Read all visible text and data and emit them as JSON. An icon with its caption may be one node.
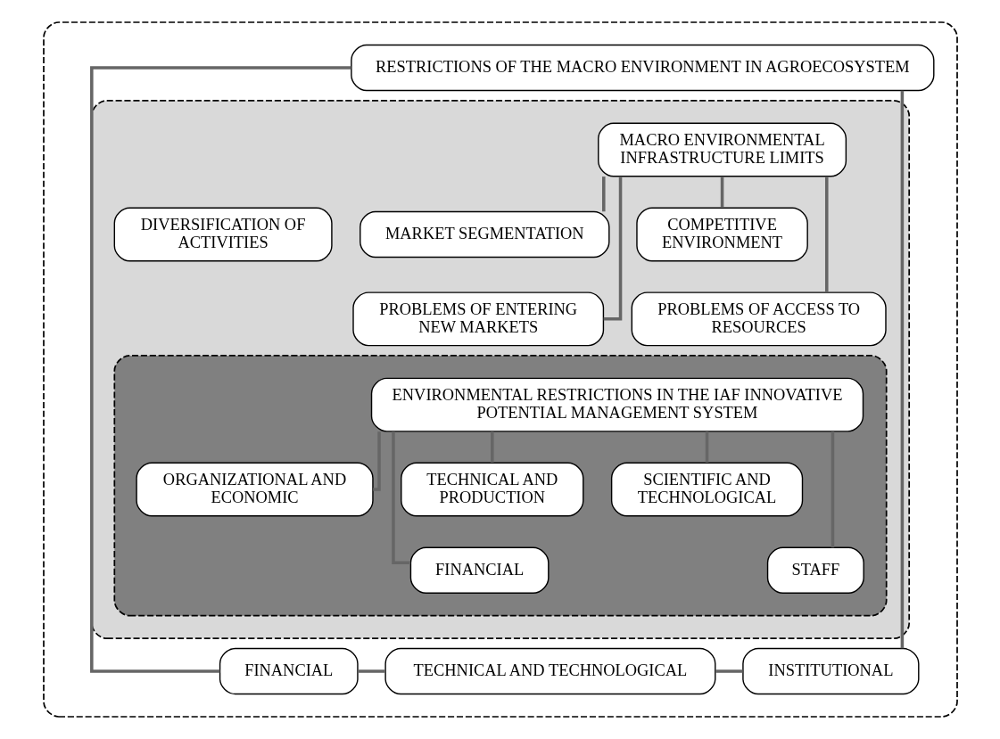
{
  "diagram": {
    "nodes": [
      {
        "text": [],
        "shape": "box"
      },
      {
        "text": [
          "RESTRICTIONS OF THE MACRO ENVIRONMENT IN AGROECOSYSTEM"
        ],
        "in": 0
      },
      {
        "text": [],
        "shape": "box",
        "in": 0
      },
      {
        "text": [
          "MACRO ENVIRONMENTAL INFRASTRUCTURE LIMITS"
        ],
        "in": 2
      },
      {
        "text": [
          "MARKET SEGMENTATION"
        ],
        "in": 2
      },
      {
        "text": [
          "DIVERSIFICATION OF ACTIVITIES"
        ],
        "in": 2
      },
      {
        "text": [
          "COMPETITIVE ENVIRONMENT"
        ],
        "in": 2
      },
      {
        "text": [
          "PROBLEMS OF ENTERING NEW MARKETS"
        ],
        "in": 2
      },
      {
        "text": [
          "PROBLEMS OF ACCESS TO RESOURCES"
        ],
        "in": 2
      },
      {
        "text": [],
        "shape": "box",
        "in": 2
      },
      {
        "text": [
          "ENVIRONMENTAL RESTRICTIONS IN THE IAF INNOVATIVE POTENTIAL MANAGEMENT SYSTEM"
        ],
        "in": 9
      },
      {
        "text": [
          "ORGANIZATIONAL AND ECONOMIC"
        ],
        "in": 9
      },
      {
        "text": [
          "TECHNICAL AND PRODUCTION"
        ],
        "in": 9
      },
      {
        "text": [
          "SCIENTIFIC AND TECHNOLOGICAL"
        ],
        "in": 9
      },
      {
        "text": [
          "FINANCIAL"
        ],
        "in": 9
      },
      {
        "text": [
          "STAFF"
        ],
        "in": 9
      },
      {
        "text": [
          "FINANCIAL"
        ],
        "in": 0
      },
      {
        "text": [
          "TECHNICAL AND TECHNOLOGICAL"
        ],
        "in": 0
      },
      {
        "text": [
          "INSTITUTIONAL"
        ],
        "in": 0
      }
    ],
    "edges": [
      {
        "from": 1,
        "to": 16,
        "arrow": "none"
      },
      {
        "from": 1,
        "to": 18,
        "arrow": "none"
      },
      {
        "from": 16,
        "to": 17,
        "arrow": "none"
      },
      {
        "from": 17,
        "to": 18,
        "arrow": "none"
      },
      {
        "from": 3,
        "to": 4,
        "arrow": "none"
      },
      {
        "from": 3,
        "to": 6,
        "arrow": "none"
      },
      {
        "from": 3,
        "to": 7,
        "arrow": "none"
      },
      {
        "from": 3,
        "to": 8,
        "arrow": "none"
      },
      {
        "from": 10,
        "to": 11,
        "arrow": "none"
      },
      {
        "from": 10,
        "to": 12,
        "arrow": "none"
      },
      {
        "from": 10,
        "to": 13,
        "arrow": "none"
      },
      {
        "from": 10,
        "to": 14,
        "arrow": "none"
      },
      {
        "from": 10,
        "to": 15,
        "arrow": "none"
      }
    ]
  }
}
